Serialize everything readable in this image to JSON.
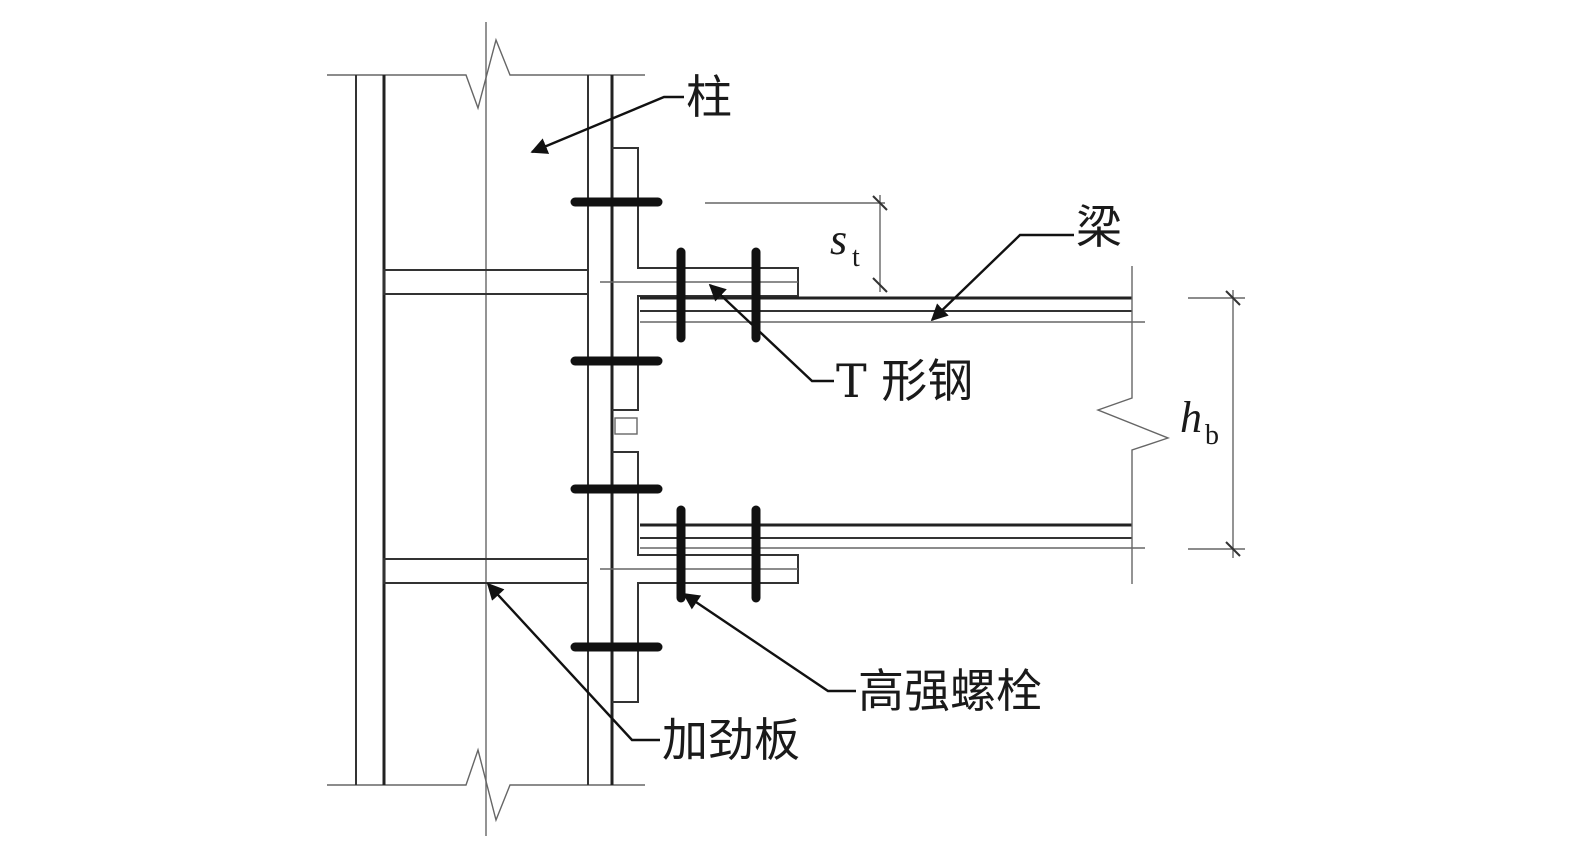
{
  "labels": {
    "column": "柱",
    "beam": "梁",
    "t_steel": "T 形钢",
    "hs_bolt": "高强螺栓",
    "stiffener": "加劲板"
  },
  "dimensions": {
    "st_main": "s",
    "st_sub": "t",
    "hb_main": "h",
    "hb_sub": "b"
  },
  "colors": {
    "line": "#333333",
    "bolt": "#111111",
    "background": "#ffffff"
  }
}
